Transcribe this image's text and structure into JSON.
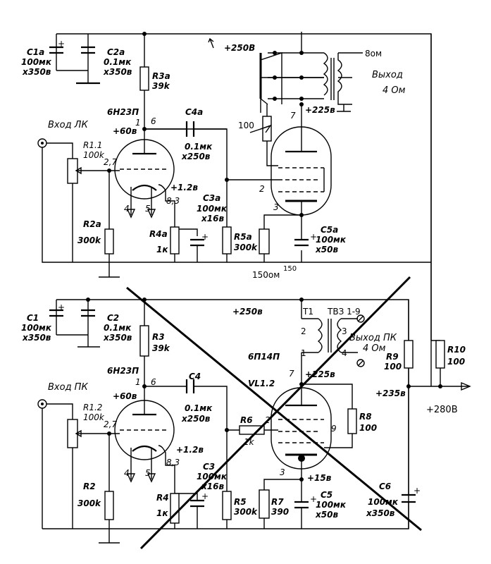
{
  "top": {
    "c1a": [
      "C1a",
      "100мк",
      "x350в"
    ],
    "c2a": [
      "C2a",
      "0.1мк",
      "x350в"
    ],
    "r3a": [
      "R3a",
      "39k"
    ],
    "supply_250": "+250В",
    "tube": "6Н23П",
    "pin1": "1",
    "pin6": "6",
    "plus60": "+60в",
    "c4a": [
      "C4a",
      "0.1мк",
      "x250в"
    ],
    "input": "Вход ЛК",
    "r11": [
      "R1.1",
      "100k"
    ],
    "pin27": "2,7",
    "plus12": "+1.2в",
    "pin83": "8,3",
    "pin4": "4",
    "pin5": "5",
    "r2a": [
      "R2a",
      "300k"
    ],
    "r4a": [
      "R4a",
      "1к"
    ],
    "c3a": [
      "C3a",
      "100мк",
      "x16в"
    ],
    "r5a": [
      "R5a",
      "300k"
    ],
    "r_ohm": "150ом",
    "r_ohm_clip": "150",
    "out_8": "8ом",
    "out_title": "Выход",
    "out_4": "4 Ом",
    "plus225": "+225в",
    "pentode_pin7": "7",
    "pentode_pin2": "2",
    "pentode_pin3": "3",
    "pot100": "100",
    "c5a": [
      "C5a",
      "100мк",
      "x50в"
    ]
  },
  "bottom": {
    "c1": [
      "C1",
      "100мк",
      "x350в"
    ],
    "c2": [
      "C2",
      "0.1мк",
      "x350в"
    ],
    "supply_250": "+250в",
    "t1": "T1",
    "tv3": "ТВЗ 1-9",
    "tp2": "2",
    "tp3": "3",
    "tp1": "1",
    "tp4": "4",
    "out_pk": "Выход ПК",
    "out_4": "4 Ом",
    "r3": [
      "R3",
      "39k"
    ],
    "tube": "6Н23П",
    "pin1": "1",
    "pin6": "6",
    "plus60": "+60в",
    "c4": [
      "C4",
      "0.1мк",
      "x250в"
    ],
    "pentode": "6П14П",
    "vl": "VL1.2",
    "p7": "7",
    "plus225": "+225в",
    "r9": [
      "R9",
      "100"
    ],
    "r10": [
      "R10",
      "100"
    ],
    "plus235": "+235в",
    "plus280": "+280В",
    "input": "Вход ПК",
    "r12": [
      "R1.2",
      "100k"
    ],
    "pin27": "2,7",
    "r6": [
      "R6",
      "1k"
    ],
    "pin2": "2",
    "r8": [
      "R8",
      "100"
    ],
    "pin9": "9",
    "plus12": "+1.2в",
    "pin4": "4",
    "pin5": "5",
    "pin83": "8,3",
    "c3": [
      "C3",
      "100мк",
      "x16в"
    ],
    "r2": [
      "R2",
      "300k"
    ],
    "r4": [
      "R4",
      "1к"
    ],
    "r5": [
      "R5",
      "300k"
    ],
    "p3": "3",
    "plus15": "+15в",
    "r7": [
      "R7",
      "390"
    ],
    "c5": [
      "C5",
      "100мк",
      "x50в"
    ],
    "c6": [
      "C6",
      "100мк",
      "x350в"
    ]
  }
}
